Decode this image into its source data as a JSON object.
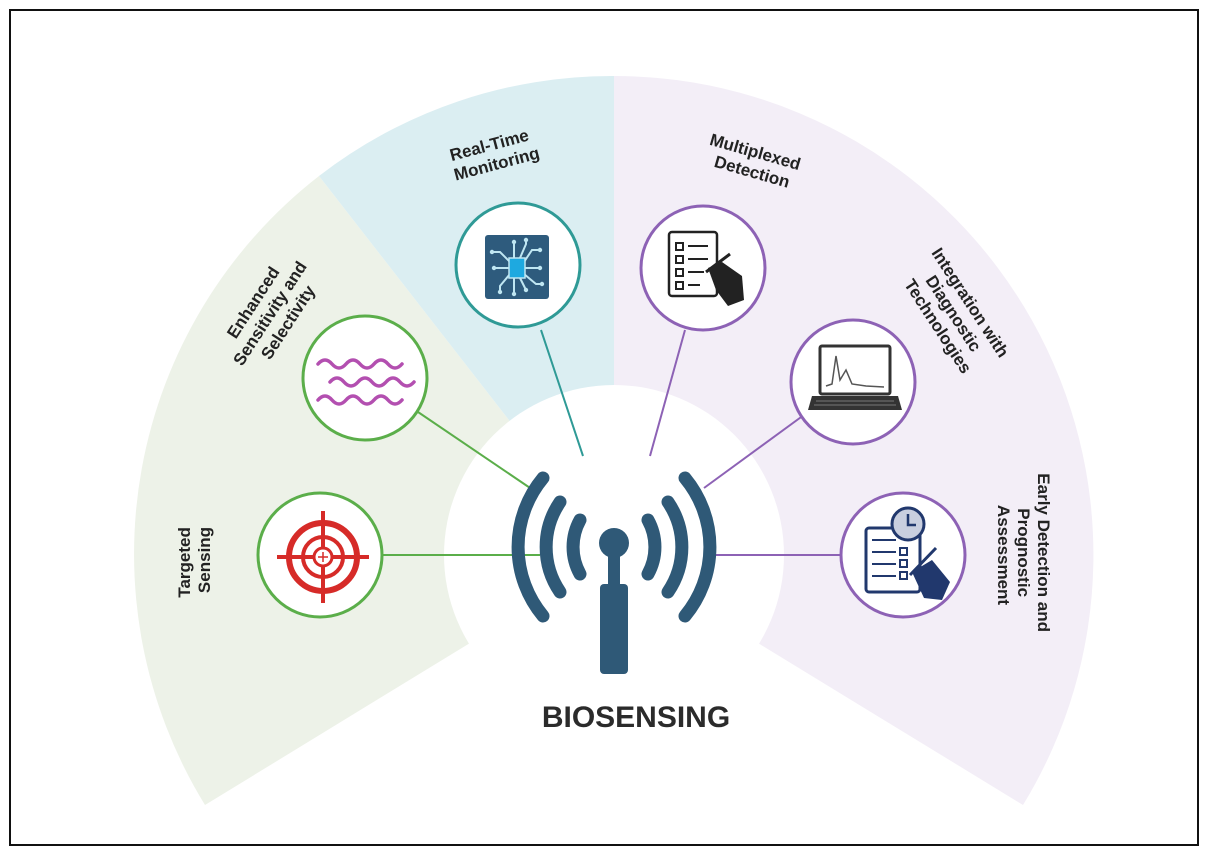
{
  "title": "BIOSENSING",
  "colors": {
    "green_sector": "#edf2e8",
    "blue_sector": "#dbeef2",
    "purple_sector": "#f3eef7",
    "green_accent": "#5bae4a",
    "teal_accent": "#2f9a96",
    "purple_accent": "#8d62b5",
    "antenna": "#2f5977",
    "target_red": "#d62b28",
    "wave_purple": "#b34fb0",
    "chip_blue": "#2e5b7d"
  },
  "labels": {
    "targeted": [
      "Targeted",
      "Sensing"
    ],
    "enhanced": [
      "Enhanced",
      "Sensitivity and",
      "Selectivity"
    ],
    "realtime": [
      "Real-Time",
      "Monitoring"
    ],
    "multiplexed": [
      "Multiplexed",
      "Detection"
    ],
    "integration": [
      "Integration with",
      "Diagnostic",
      "Technologies"
    ],
    "early": [
      "Early Detection and",
      "Prognostic",
      "Assessment"
    ]
  },
  "icons": {
    "targeted": "target-crosshair-icon",
    "enhanced": "wave-signal-icon",
    "realtime": "circuit-chip-icon",
    "multiplexed": "checklist-hand-icon",
    "integration": "laptop-chart-icon",
    "early": "clipboard-clock-icon",
    "center": "antenna-signal-icon"
  }
}
